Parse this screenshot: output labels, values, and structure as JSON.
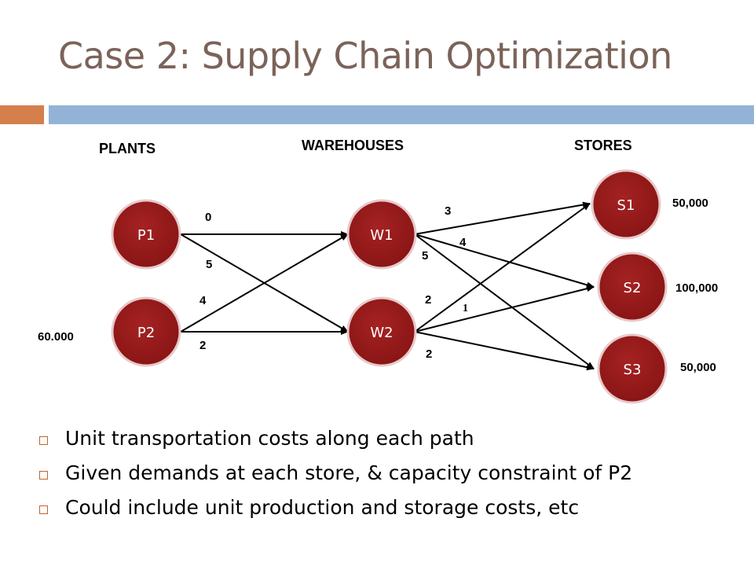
{
  "slide": {
    "title": "Case 2: Supply Chain Optimization"
  },
  "diagram": {
    "columns": {
      "plants": "PLANTS",
      "warehouses": "WAREHOUSES",
      "stores": "STORES"
    },
    "nodes": {
      "p1": "P1",
      "p2": "P2",
      "w1": "W1",
      "w2": "W2",
      "s1": "S1",
      "s2": "S2",
      "s3": "S3"
    },
    "costs": {
      "p1_w1": "0",
      "p1_w2": "5",
      "p2_w1": "4",
      "p2_w2": "2",
      "w1_s1": "3",
      "w1_s2": "4",
      "w1_s3": "5",
      "w2_s1": "2",
      "w2_s2": "1",
      "w2_s3": "2"
    },
    "capacity": {
      "p2": "60.000"
    },
    "demands": {
      "s1": "50,000",
      "s2": "100,000",
      "s3": "50,000"
    },
    "colors": {
      "node_fill": "#9b1c1c",
      "node_border": "#e8c9c9",
      "arrow": "#000000"
    }
  },
  "bullets": [
    "Unit transportation costs along each path",
    "Given demands at each store, & capacity constraint of P2",
    "Could include unit production and storage costs, etc"
  ]
}
